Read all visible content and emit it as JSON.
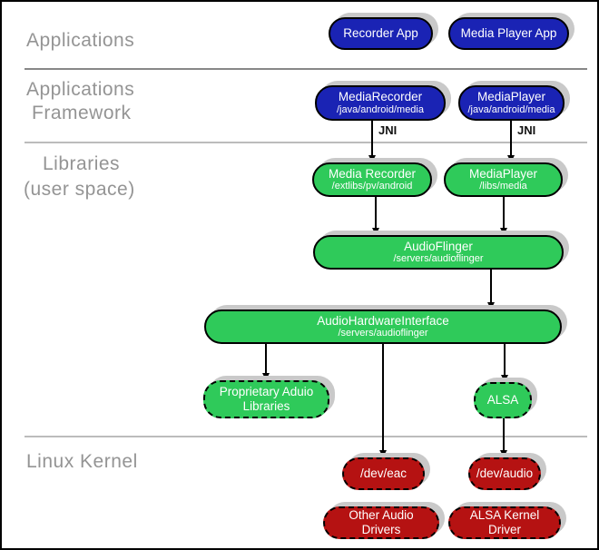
{
  "sections": {
    "applications": {
      "label": "Applications"
    },
    "framework": {
      "line1": "Applications",
      "line2": "Framework"
    },
    "libraries": {
      "line1": "Libraries",
      "line2": "(user space)"
    },
    "kernel": {
      "label": "Linux Kernel"
    }
  },
  "annotations": {
    "jni_left": "JNI",
    "jni_right": "JNI"
  },
  "nodes": {
    "recorder_app": {
      "title": "Recorder App"
    },
    "media_player_app": {
      "title": "Media Player App"
    },
    "media_recorder_framework": {
      "title": "MediaRecorder",
      "subtitle": "/java/android/media"
    },
    "media_player_framework": {
      "title": "MediaPlayer",
      "subtitle": "/java/android/media"
    },
    "media_recorder_library": {
      "title": "Media Recorder",
      "subtitle": "/extlibs/pv/android"
    },
    "media_player_library": {
      "title": "MediaPlayer",
      "subtitle": "/libs/media"
    },
    "audio_flinger": {
      "title": "AudioFlinger",
      "subtitle": "/servers/audioflinger"
    },
    "audio_hardware_interface": {
      "title": "AudioHardwareInterface",
      "subtitle": "/servers/audioflinger"
    },
    "proprietary_audio_libraries": {
      "title": "Proprietary Aduio Libraries"
    },
    "alsa": {
      "title": "ALSA"
    },
    "dev_eac": {
      "title": "/dev/eac"
    },
    "dev_audio": {
      "title": "/dev/audio"
    },
    "other_audio_drivers": {
      "title": "Other Audio Drivers"
    },
    "alsa_kernel_driver": {
      "title": "ALSA Kernel Driver"
    }
  },
  "colors": {
    "application_blue": "#1a23b4",
    "library_green": "#2fca5a",
    "kernel_red": "#b51212",
    "shadow_gray": "#c9c9c9",
    "section_label_gray": "#949494",
    "divider_dark": "#878787",
    "divider_light": "#bcbcbc"
  }
}
